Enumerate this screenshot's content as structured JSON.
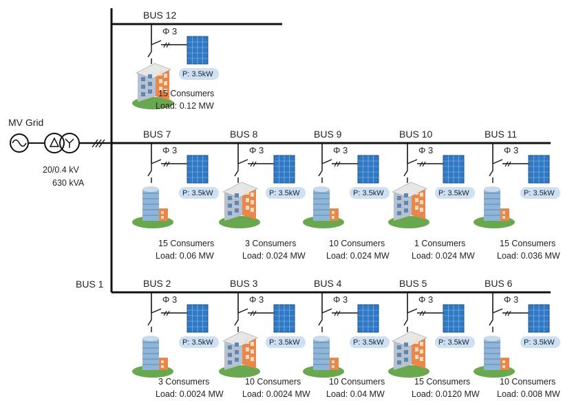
{
  "grid": {
    "label": "MV Grid",
    "transformer_voltage": "20/0.4 kV",
    "transformer_rating": "630 kVA",
    "main_bus_label": "BUS 1"
  },
  "phase_label": "Φ 3",
  "pv_label": "P: 3.5kW",
  "colors": {
    "line": "#111111",
    "pv_panel": "#2f78c4",
    "pv_badge": "#cfe0f3",
    "house_orange": "#e9874a",
    "tower_blue": "#8fb6d9",
    "lawn": "#6aa84f"
  },
  "feeders": [
    {
      "buses": [
        {
          "label": "BUS 12",
          "consumers": "15 Consumers",
          "load": "Load: 0.12 MW",
          "building": "house-icon"
        }
      ]
    },
    {
      "buses": [
        {
          "label": "BUS 7",
          "consumers": "15 Consumers",
          "load": "Load: 0.06 MW",
          "building": "tower-icon"
        },
        {
          "label": "BUS 8",
          "consumers": "3 Consumers",
          "load": "Load: 0.024 MW",
          "building": "house-icon"
        },
        {
          "label": "BUS 9",
          "consumers": "10 Consumers",
          "load": "Load: 0.024 MW",
          "building": "tower-icon"
        },
        {
          "label": "BUS 10",
          "consumers": "1 Consumers",
          "load": "Load: 0.024 MW",
          "building": "house-icon"
        },
        {
          "label": "BUS 11",
          "consumers": "15 Consumers",
          "load": "Load: 0.036 MW",
          "building": "tower-icon"
        }
      ]
    },
    {
      "buses": [
        {
          "label": "BUS 2",
          "consumers": "3 Consumers",
          "load": "Load: 0.0024 MW",
          "building": "tower-icon"
        },
        {
          "label": "BUS 3",
          "consumers": "10 Consumers",
          "load": "Load: 0.0024 MW",
          "building": "house-icon"
        },
        {
          "label": "BUS 4",
          "consumers": "10 Consumers",
          "load": "Load: 0.04 MW",
          "building": "tower-icon"
        },
        {
          "label": "BUS 5",
          "consumers": "15 Consumers",
          "load": "Load: 0.0120 MW",
          "building": "house-icon"
        },
        {
          "label": "BUS 6",
          "consumers": "10 Consumers",
          "load": "Load: 0.008 MW",
          "building": "tower-icon"
        }
      ]
    }
  ]
}
